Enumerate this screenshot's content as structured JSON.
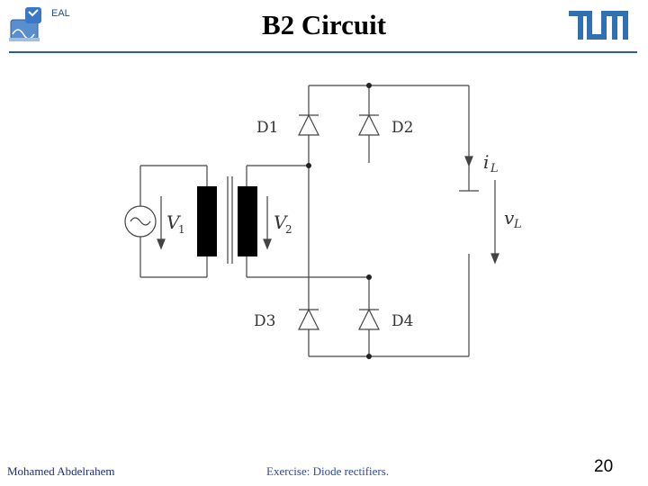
{
  "header": {
    "title": "B2 Circuit",
    "left_logo_text": "EAL",
    "right_logo": "TUM"
  },
  "diagram": {
    "labels": {
      "d1": "D1",
      "d2": "D2",
      "d3": "D3",
      "d4": "D4",
      "v1": "V",
      "v1_sub": "1",
      "v2": "V",
      "v2_sub": "2",
      "il": "i",
      "il_sub": "L",
      "vl": "v",
      "vl_sub": "L"
    }
  },
  "footer": {
    "author": "Mohamed Abdelrahem",
    "topic": "Exercise: Diode rectifiers.",
    "page": "20"
  },
  "colors": {
    "rule": "#2d5b9b",
    "footer_text": "#2d4aa0",
    "tum_blue": "#3070b3"
  }
}
